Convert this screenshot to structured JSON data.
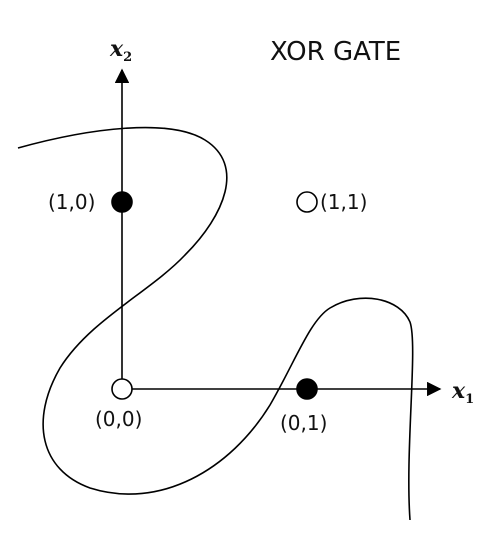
{
  "title": "XOR GATE",
  "axes": {
    "x_label_main": "x",
    "x_label_sub": "1",
    "y_label_main": "x",
    "y_label_sub": "2"
  },
  "points": [
    {
      "label": "(0,0)",
      "filled": false
    },
    {
      "label": "(0,1)",
      "filled": true
    },
    {
      "label": "(1,0)",
      "filled": true
    },
    {
      "label": "(1,1)",
      "filled": false
    }
  ],
  "colors": {
    "ink": "#000000",
    "background": "#ffffff"
  }
}
